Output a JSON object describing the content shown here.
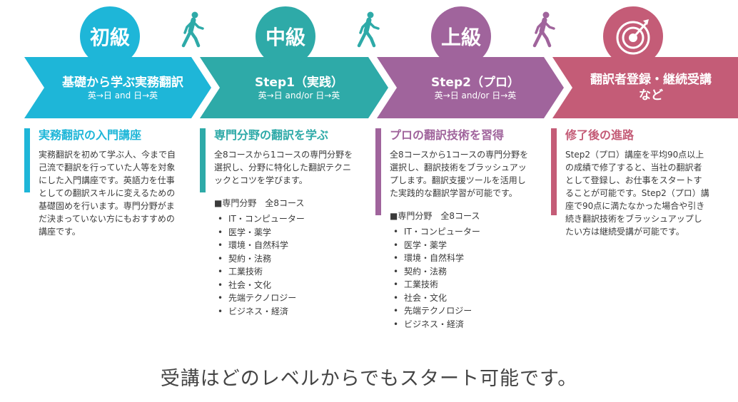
{
  "levels": [
    {
      "badge": "初級",
      "title": "基礎から学ぶ実務翻訳",
      "sub": "英→日 and 日→英",
      "color": "#1eb6d8"
    },
    {
      "badge": "中級",
      "title": "Step1（実践）",
      "sub": "英→日 and/or 日→英",
      "color": "#2eaaa8"
    },
    {
      "badge": "上級",
      "title": "Step2（プロ）",
      "sub": "英→日 and/or 日→英",
      "color": "#a0649c"
    },
    {
      "title": "翻訳者登録・継続受講",
      "title2": "など",
      "color": "#c45c77"
    }
  ],
  "columns": [
    {
      "heading": "実務翻訳の入門講座",
      "body": "実務翻訳を初めて学ぶ人、今まで自己流で翻訳を行っていた人等を対象にした入門講座です。英語力を仕事としての翻訳スキルに変えるための基礎固めを行います。専門分野がまだ決まっていない方にもおすすめの講座です。"
    },
    {
      "heading": "専門分野の翻訳を学ぶ",
      "body": "全8コースから1コースの専門分野を選択し、分野に特化した翻訳テクニックとコツを学びます。",
      "fields_label": "■専門分野　全8コース",
      "fields": [
        "IT・コンピューター",
        "医学・薬学",
        "環境・自然科学",
        "契約・法務",
        "工業技術",
        "社会・文化",
        "先端テクノロジー",
        "ビジネス・経済"
      ]
    },
    {
      "heading": "プロの翻訳技術を習得",
      "body": "全8コースから1コースの専門分野を選択し、翻訳技術をブラッシュアップします。翻訳支援ツールを活用した実践的な翻訳学習が可能です。",
      "fields_label": "■専門分野　全8コース",
      "fields": [
        "IT・コンピューター",
        "医学・薬学",
        "環境・自然科学",
        "契約・法務",
        "工業技術",
        "社会・文化",
        "先端テクノロジー",
        "ビジネス・経済"
      ]
    },
    {
      "heading": "修了後の進路",
      "body": "Step2（プロ）講座を平均90点以上の成績で修了すると、当社の翻訳者として登録し、お仕事をスタートすることが可能です。Step2（プロ）講座で90点に満たなかった場合や引き続き翻訳技術をブラッシュアップしたい方は継続受講が可能です。"
    }
  ],
  "footer": "受講はどのレベルからでもスタート可能です。"
}
